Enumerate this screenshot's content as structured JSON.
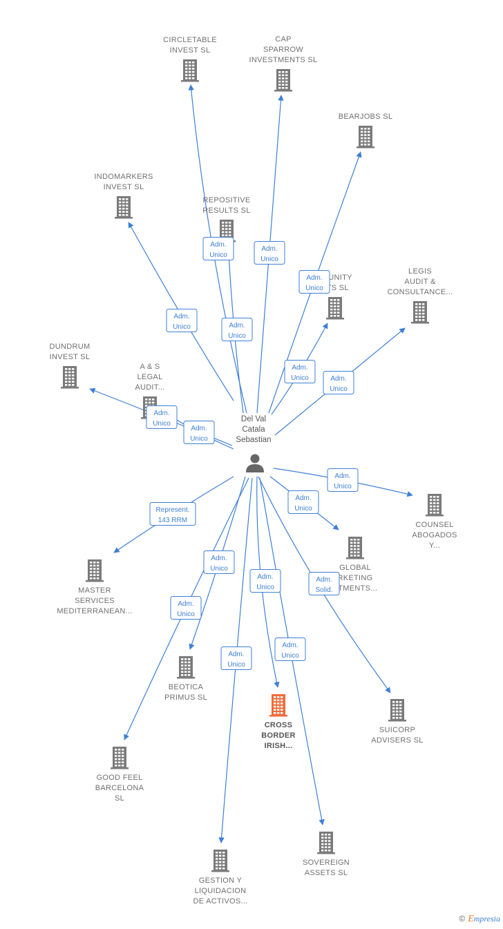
{
  "colors": {
    "edge": "#3d7fd6",
    "company": "#7a7a7a",
    "highlight": "#f26b3a",
    "person": "#666666"
  },
  "person": {
    "name": [
      "Del Val",
      "Catala",
      "Sebastian"
    ],
    "icon": "person-icon"
  },
  "companies": [
    {
      "id": "circletable",
      "label": [
        "CIRCLETABLE",
        "INVEST  SL"
      ]
    },
    {
      "id": "cap-sparrow",
      "label": [
        "CAP",
        "SPARROW",
        "INVESTMENTS SL"
      ]
    },
    {
      "id": "bearjobs",
      "label": [
        "BEARJOBS  SL"
      ]
    },
    {
      "id": "indomarkers",
      "label": [
        "INDOMARKERS",
        "INVEST  SL"
      ]
    },
    {
      "id": "repositive",
      "label": [
        "REPOSITIVE",
        "RESULTS  SL"
      ]
    },
    {
      "id": "opportunity",
      "label": [
        "RTUNITY",
        "ETS  SL"
      ]
    },
    {
      "id": "legis",
      "label": [
        "LEGIS",
        "AUDIT &",
        "CONSULTANCE..."
      ]
    },
    {
      "id": "dundrum",
      "label": [
        "DUNDRUM",
        "INVEST  SL"
      ]
    },
    {
      "id": "as-legal",
      "label": [
        "A & S",
        "LEGAL",
        "AUDIT..."
      ]
    },
    {
      "id": "counsel",
      "label": [
        "COUNSEL",
        "ABOGADOS",
        "Y..."
      ]
    },
    {
      "id": "global",
      "label": [
        "GLOBAL",
        "RKETING",
        "STMENTS..."
      ]
    },
    {
      "id": "master",
      "label": [
        "MASTER",
        "SERVICES",
        "MEDITERRANEAN..."
      ]
    },
    {
      "id": "beotica",
      "label": [
        "BEOTICA",
        "PRIMUS SL"
      ]
    },
    {
      "id": "cross-border",
      "label": [
        "CROSS",
        "BORDER",
        "IRISH..."
      ],
      "highlight": true
    },
    {
      "id": "suicorp",
      "label": [
        "SUICORP",
        "ADVISERS SL"
      ]
    },
    {
      "id": "good-feel",
      "label": [
        "GOOD FEEL",
        "BARCELONA",
        "SL"
      ]
    },
    {
      "id": "gestion",
      "label": [
        "GESTION Y",
        "LIQUIDACION",
        "DE ACTIVOS..."
      ]
    },
    {
      "id": "sovereign",
      "label": [
        "SOVEREIGN",
        "ASSETS  SL"
      ]
    }
  ],
  "edges": [
    {
      "to": "circletable",
      "label": [
        "Adm.",
        "Unico"
      ]
    },
    {
      "to": "cap-sparrow",
      "label": [
        "Adm.",
        "Unico"
      ]
    },
    {
      "to": "bearjobs",
      "label": [
        "Adm.",
        "Unico"
      ]
    },
    {
      "to": "indomarkers",
      "label": [
        "Adm.",
        "Unico"
      ]
    },
    {
      "to": "repositive",
      "label": [
        "Adm.",
        "Unico"
      ]
    },
    {
      "to": "opportunity",
      "label": [
        "Adm.",
        "Unico"
      ]
    },
    {
      "to": "legis",
      "label": [
        "Adm.",
        "Unico"
      ]
    },
    {
      "to": "dundrum",
      "label": [
        "Adm.",
        "Unico"
      ]
    },
    {
      "to": "as-legal",
      "label": [
        "Adm.",
        "Unico"
      ]
    },
    {
      "to": "counsel",
      "label": [
        "Adm.",
        "Unico"
      ]
    },
    {
      "to": "global",
      "label": [
        "Adm.",
        "Unico"
      ]
    },
    {
      "to": "master",
      "label": [
        "Represent.",
        "143 RRM"
      ]
    },
    {
      "to": "beotica",
      "label": [
        "Adm.",
        "Unico"
      ]
    },
    {
      "to": "cross-border",
      "label": [
        "Adm.",
        "Unico"
      ]
    },
    {
      "to": "suicorp",
      "label": [
        "Adm.",
        "Solid."
      ]
    },
    {
      "to": "good-feel",
      "label": [
        "Adm.",
        "Unico"
      ]
    },
    {
      "to": "gestion",
      "label": [
        "Adm.",
        "Unico"
      ]
    },
    {
      "to": "sovereign",
      "label": [
        "Adm.",
        "Unico"
      ]
    }
  ],
  "credit": {
    "symbol": "©",
    "brand_initial": "E",
    "brand_rest": "mpresia"
  }
}
